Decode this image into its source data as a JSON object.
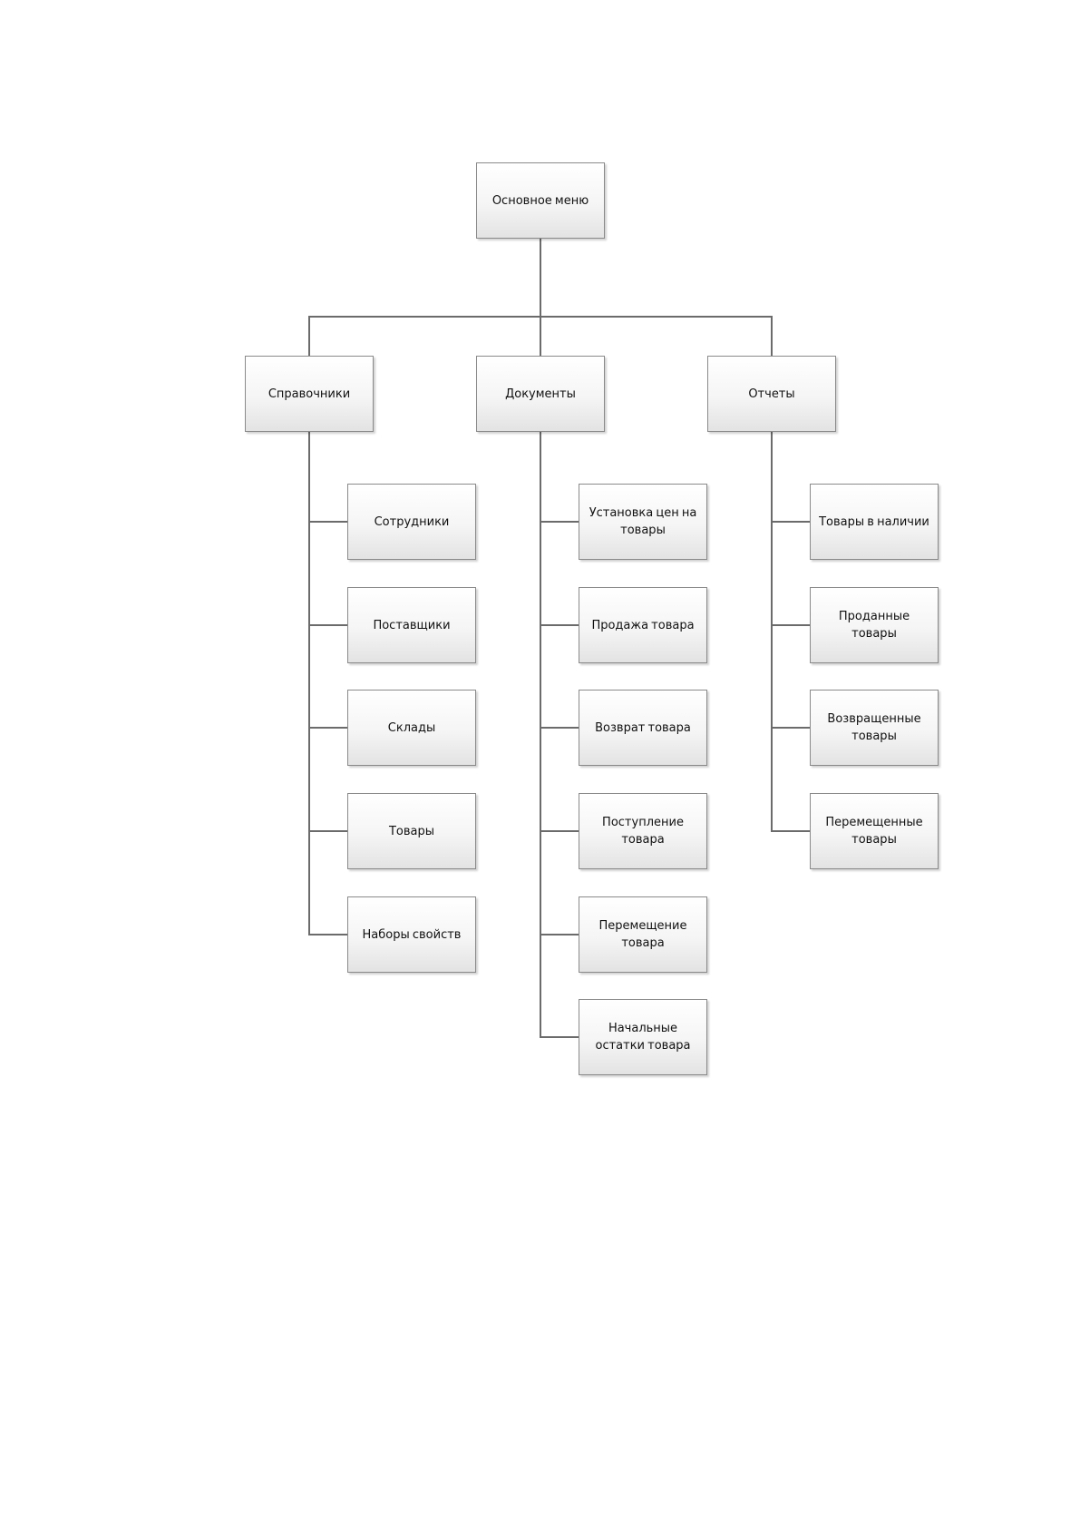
{
  "diagram": {
    "root": {
      "label": "Основное меню"
    },
    "categories": [
      {
        "label": "Справочники",
        "children": [
          "Сотрудники",
          "Поставщики",
          "Склады",
          "Товары",
          "Наборы свойств"
        ]
      },
      {
        "label": "Документы",
        "children": [
          "Установка цен на товары",
          "Продажа товара",
          "Возврат товара",
          "Поступление товара",
          "Перемещение товара",
          "Начальные остатки товара"
        ]
      },
      {
        "label": "Отчеты",
        "children": [
          "Товары в наличии",
          "Проданные товары",
          "Возвращенные товары",
          "Перемещенные товары"
        ]
      }
    ]
  }
}
